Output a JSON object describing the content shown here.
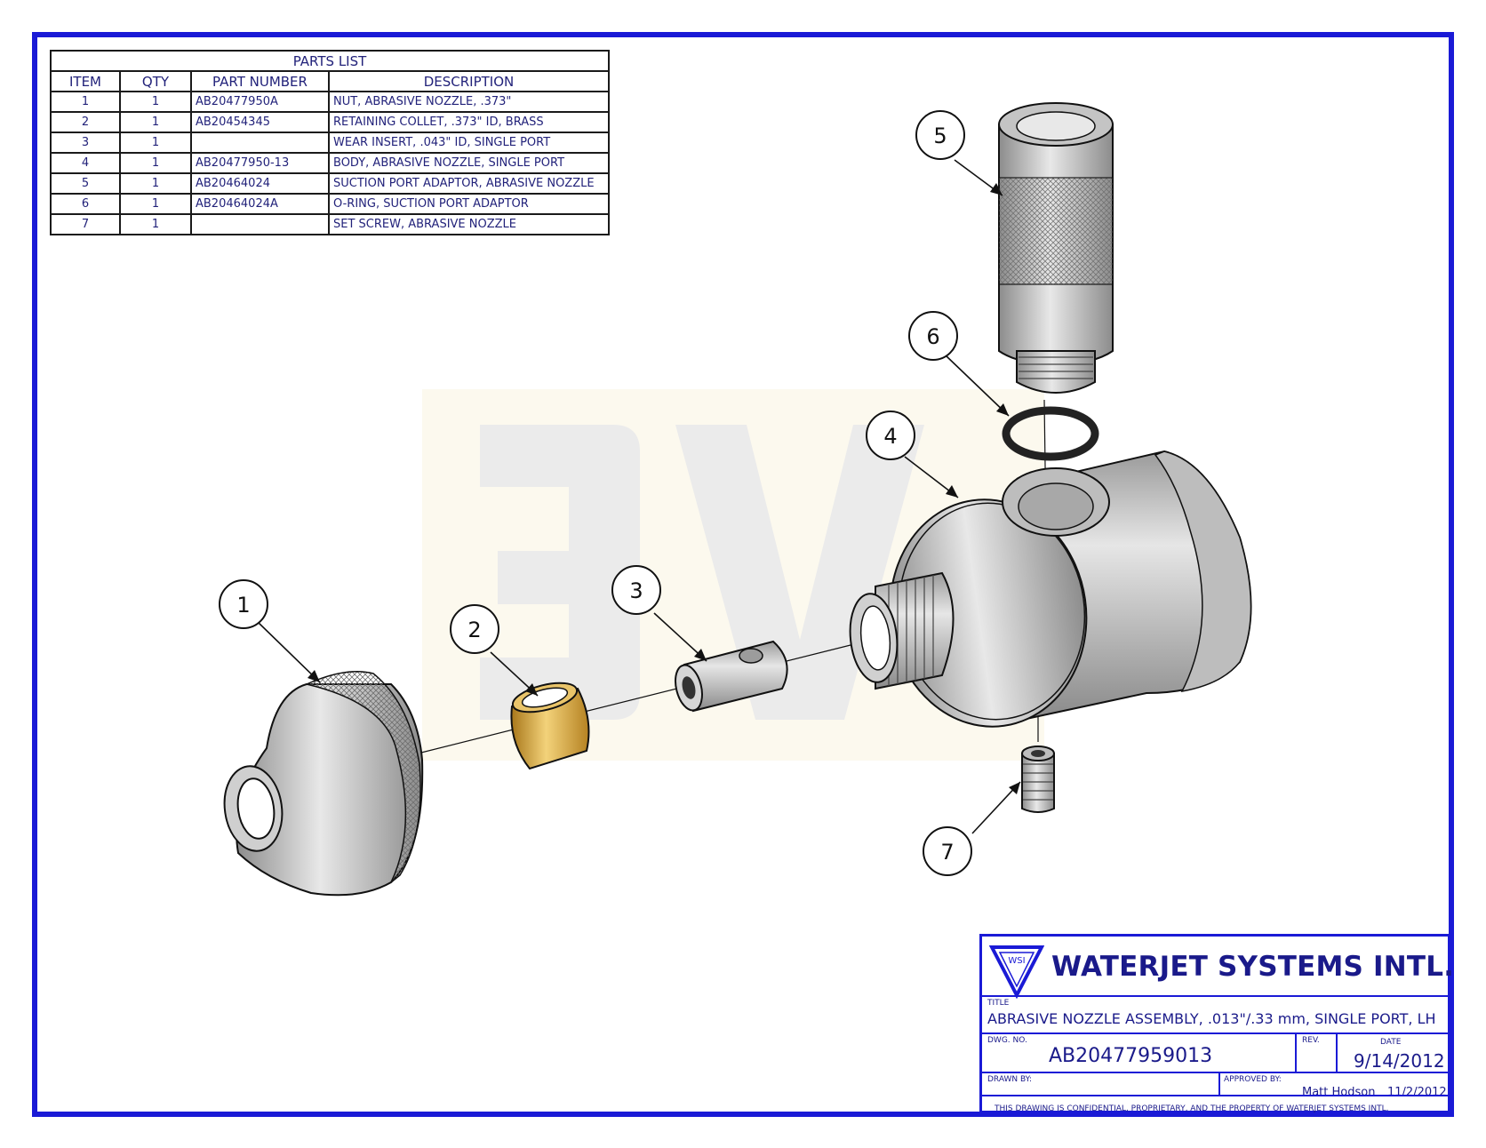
{
  "parts_list": {
    "title": "PARTS LIST",
    "headers": [
      "ITEM",
      "QTY",
      "PART NUMBER",
      "DESCRIPTION"
    ],
    "rows": [
      {
        "item": "1",
        "qty": "1",
        "part_number": "AB20477950A",
        "description": "NUT, ABRASIVE NOZZLE, .373\""
      },
      {
        "item": "2",
        "qty": "1",
        "part_number": "AB20454345",
        "description": "RETAINING COLLET, .373\" ID, BRASS"
      },
      {
        "item": "3",
        "qty": "1",
        "part_number": "",
        "description": "WEAR INSERT, .043\" ID, SINGLE PORT"
      },
      {
        "item": "4",
        "qty": "1",
        "part_number": "AB20477950-13",
        "description": "BODY, ABRASIVE NOZZLE, SINGLE PORT"
      },
      {
        "item": "5",
        "qty": "1",
        "part_number": "AB20464024",
        "description": "SUCTION PORT ADAPTOR, ABRASIVE NOZZLE"
      },
      {
        "item": "6",
        "qty": "1",
        "part_number": "AB20464024A",
        "description": "O-RING, SUCTION PORT ADAPTOR"
      },
      {
        "item": "7",
        "qty": "1",
        "part_number": "",
        "description": "SET SCREW, ABRASIVE NOZZLE"
      }
    ]
  },
  "balloons": [
    "1",
    "2",
    "3",
    "4",
    "5",
    "6",
    "7"
  ],
  "title_block": {
    "logo_letters": "WSI",
    "company": "WATERJET SYSTEMS INTL.",
    "title_label": "TITLE",
    "title": "ABRASIVE NOZZLE ASSEMBLY, .013\"/.33 mm, SINGLE PORT, LH",
    "dwg_label": "DWG. NO.",
    "dwg_no": "AB20477959013",
    "rev_label": "REV.",
    "date_label": "DATE",
    "date": "9/14/2012",
    "drawn_by_label": "DRAWN BY:",
    "approved_by_label": "APPROVED BY:",
    "approved_by": "Matt Hodson",
    "approved_date": "11/2/2012",
    "footer": "THIS DRAWING IS CONFIDENTIAL, PROPRIETARY, AND THE PROPERTY OF WATERJET SYSTEMS INTL."
  },
  "colors": {
    "border": "#1a1ad6",
    "brass": "#d8a640",
    "steel": "#c8c8c8"
  }
}
